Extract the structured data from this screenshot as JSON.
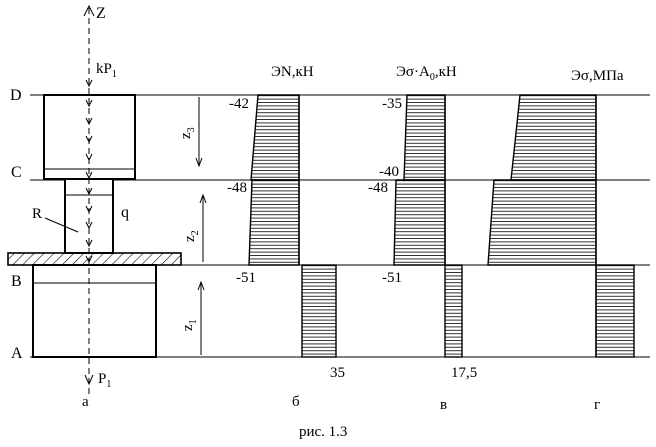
{
  "figure": {
    "caption": "рис. 1.3",
    "axis_label": "Z",
    "load_top": {
      "main": "kP",
      "sub": "1"
    },
    "load_bottom": {
      "main": "P",
      "sub": "1"
    },
    "section_labels": {
      "D": "D",
      "C": "C",
      "B": "B",
      "A": "A"
    },
    "radius_label": "R",
    "load_label": "q",
    "zone_labels": [
      {
        "main": "z",
        "sub": "3"
      },
      {
        "main": "z",
        "sub": "2"
      },
      {
        "main": "z",
        "sub": "1"
      }
    ],
    "panel_letters": {
      "a": "а",
      "b": "б",
      "v": "в",
      "g": "г"
    },
    "plots": {
      "b": {
        "title": "ЭN,кН",
        "labels": {
          "top3": "-42",
          "top2": "-48",
          "top1": "-51",
          "bottom": "35"
        }
      },
      "v": {
        "title_pre": "Эσ·A",
        "title_sub": "0",
        "title_post": ",кН",
        "labels": {
          "top3": "-35",
          "bot3": "-40",
          "top2": "-48",
          "top1": "-51",
          "bottom": "17,5"
        }
      },
      "g": {
        "title": "Эσ,МПа"
      }
    }
  }
}
